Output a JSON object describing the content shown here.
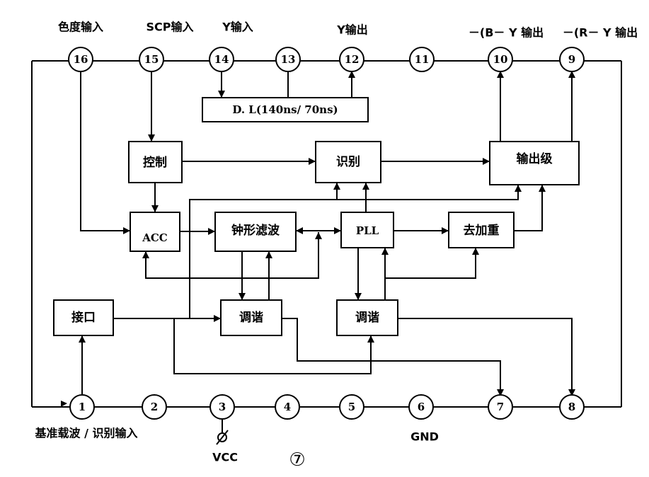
{
  "pins": {
    "p1": "1",
    "p2": "2",
    "p3": "3",
    "p4": "4",
    "p5": "5",
    "p6": "6",
    "p7": "7",
    "p8": "8",
    "p9": "9",
    "p10": "10",
    "p11": "11",
    "p12": "12",
    "p13": "13",
    "p14": "14",
    "p15": "15",
    "p16": "16"
  },
  "labels": {
    "chroma_in": "色度输入",
    "scp_in": "SCP输入",
    "y_in": "Y输入",
    "y_out": "Y输出",
    "by_out": "－(B－ Y 输出",
    "ry_out": "－(R－ Y 输出",
    "ref_in": "基准载波 / 识别输入",
    "vcc": "VCC",
    "gnd": "GND",
    "figure_no": "⑦"
  },
  "blocks": {
    "delay_line": "D. L(140ns/ 70ns)",
    "control": "控制",
    "identify": "识别",
    "output_stage": "输出级",
    "acc": "ACC",
    "bell_filter": "钟形滤波",
    "pll": "PLL",
    "deemphasis": "去加重",
    "interface": "接口",
    "tuning1": "调谐",
    "tuning2": "调谐"
  }
}
